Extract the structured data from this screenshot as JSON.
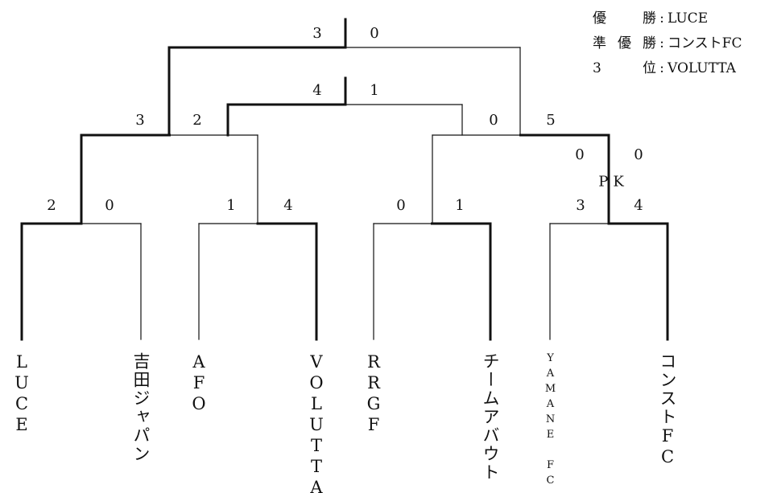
{
  "teams": [
    {
      "name": "LUCE",
      "small": false
    },
    {
      "name": "吉田ジャパン",
      "small": false
    },
    {
      "name": "AFO",
      "small": false
    },
    {
      "name": "VOLUTTA",
      "small": false
    },
    {
      "name": "RRGF",
      "small": false
    },
    {
      "name": "チームアバウト",
      "small": false
    },
    {
      "name": "YAMANE FC",
      "small": true
    },
    {
      "name": "コンストFC",
      "small": false
    }
  ],
  "round1": [
    {
      "left_score": "2",
      "right_score": "0",
      "winner": "left"
    },
    {
      "left_score": "1",
      "right_score": "4",
      "winner": "right"
    },
    {
      "left_score": "0",
      "right_score": "1",
      "winner": "right"
    },
    {
      "left_score": "3",
      "right_score": "4",
      "winner": "right"
    }
  ],
  "round1_pk": {
    "match": 4,
    "label": "PK",
    "left_score": "0",
    "right_score": "0"
  },
  "semifinals": [
    {
      "left_score": "3",
      "right_score": "2",
      "winner": "left"
    },
    {
      "left_score": "0",
      "right_score": "5",
      "winner": "right"
    }
  ],
  "third_place": {
    "left_score": "4",
    "right_score": "1",
    "winner": "left"
  },
  "final": {
    "left_score": "3",
    "right_score": "0",
    "winner": "left"
  },
  "results": [
    {
      "label": "優勝",
      "value": "LUCE"
    },
    {
      "label": "準優勝",
      "value": "コンストFC"
    },
    {
      "label": "3位",
      "value": "VOLUTTA"
    }
  ]
}
